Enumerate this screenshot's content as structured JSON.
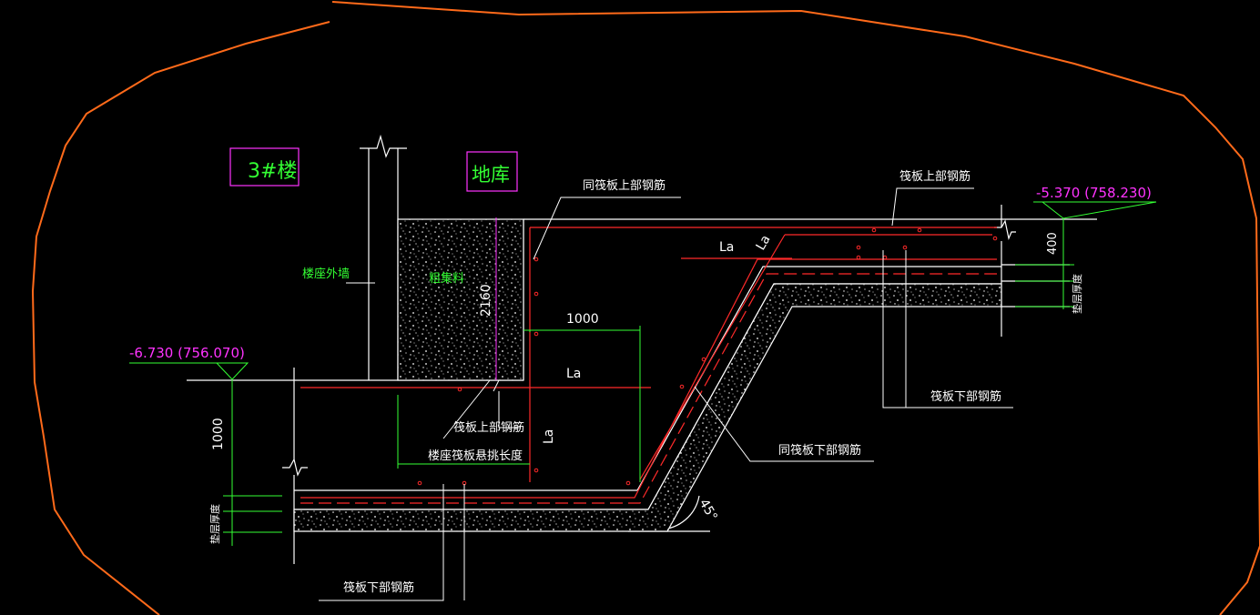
{
  "labels": {
    "building": "3#楼",
    "garage": "地库",
    "fill_material": "粗集料",
    "outer_wall": "楼座外墙",
    "same_raft_top_rebar": "同筏板上部钢筋",
    "raft_top_rebar_right": "筏板上部钢筋",
    "raft_top_rebar_mid": "筏板上部钢筋",
    "cantilever_length": "楼座筏板悬挑长度",
    "raft_bottom_rebar_right": "筏板下部钢筋",
    "same_raft_bottom_rebar": "同筏板下部钢筋",
    "raft_bottom_rebar_left": "筏板下部钢筋",
    "cushion_left": "垫层厚度",
    "cushion_right": "垫层厚度"
  },
  "dimensions": {
    "height_2160": "2160",
    "width_1000": "1000",
    "la_1": "La",
    "la_2": "La",
    "la_3": "La",
    "la_4": "La",
    "left_1000": "1000",
    "right_400": "400",
    "angle": "45°"
  },
  "elevations": {
    "left": "-6.730  (756.070)",
    "right": "-5.370  (758.230)"
  },
  "colors": {
    "background": "#000000",
    "cloud": "#ff6a1a",
    "structure": "#ffffff",
    "rebar": "#ff2a2a",
    "dimension": "#33ff33",
    "annotation": "#ff33ff"
  }
}
